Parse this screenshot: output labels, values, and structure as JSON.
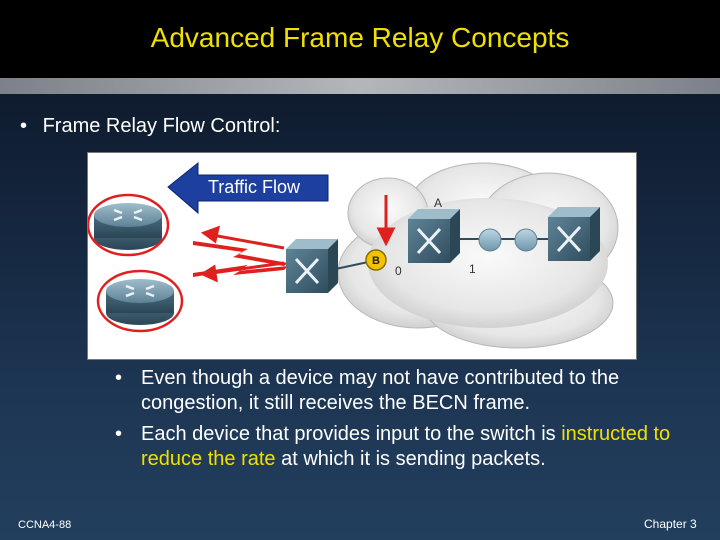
{
  "slide": {
    "title": "Advanced Frame Relay Concepts",
    "main_bullet": "Frame Relay Flow Control:",
    "sub_bullets": [
      {
        "parts": [
          {
            "text": "Even though a device may not have contributed to the congestion, it still receives the BECN frame.",
            "highlight": false
          }
        ]
      },
      {
        "parts": [
          {
            "text": "Each device that provides input to the switch is ",
            "highlight": false
          },
          {
            "text": "instructed to reduce the rate",
            "highlight": true
          },
          {
            "text": " at which it is sending packets.",
            "highlight": false
          }
        ]
      }
    ],
    "footer_left": "CCNA4-88",
    "footer_right": "Chapter 3"
  },
  "diagram": {
    "traffic_flow_label": "Traffic Flow",
    "switch_a_label": "A",
    "becn_label": "B",
    "port_0_label": "0",
    "port_1_label": "1",
    "colors": {
      "arrow_blue": "#1d3fa0",
      "highlight_red": "#e0201f",
      "becn_yellow": "#f2c300",
      "cloud": "#dcdcdc"
    },
    "icons": [
      "router-icon",
      "router-icon",
      "switch-icon",
      "switch-icon",
      "switch-icon"
    ]
  }
}
